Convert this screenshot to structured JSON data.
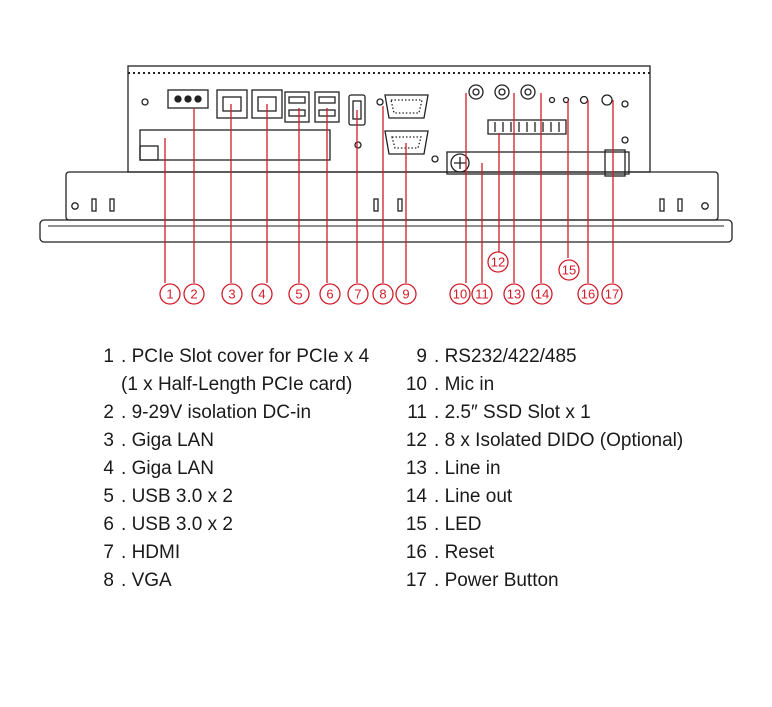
{
  "diagram": {
    "accent_color": "#d01c2a",
    "line_color": "#222222",
    "callouts": [
      {
        "number": "1",
        "label": "PCIe Slot cover for PCIe x 4",
        "label_cont": "(1 x Half-Length PCIe card)"
      },
      {
        "number": "2",
        "label": "9-29V isolation DC-in"
      },
      {
        "number": "3",
        "label": "Giga LAN"
      },
      {
        "number": "4",
        "label": "Giga LAN"
      },
      {
        "number": "5",
        "label": "USB 3.0 x 2"
      },
      {
        "number": "6",
        "label": "USB 3.0 x 2"
      },
      {
        "number": "7",
        "label": "HDMI"
      },
      {
        "number": "8",
        "label": "VGA"
      },
      {
        "number": "9",
        "label": "RS232/422/485"
      },
      {
        "number": "10",
        "label": "Mic in"
      },
      {
        "number": "11",
        "label": "2.5″ SSD Slot x 1"
      },
      {
        "number": "12",
        "label": "8 x Isolated DIDO (Optional)"
      },
      {
        "number": "13",
        "label": "Line in"
      },
      {
        "number": "14",
        "label": "Line out"
      },
      {
        "number": "15",
        "label": "LED"
      },
      {
        "number": "16",
        "label": "Reset"
      },
      {
        "number": "17",
        "label": "Power Button"
      }
    ]
  }
}
